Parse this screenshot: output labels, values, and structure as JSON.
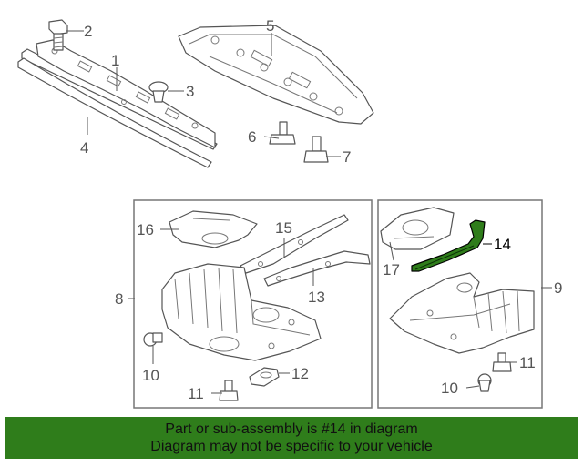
{
  "diagram": {
    "callouts": {
      "c1": "1",
      "c2": "2",
      "c3": "3",
      "c4": "4",
      "c5": "5",
      "c6": "6",
      "c7": "7",
      "c8": "8",
      "c9": "9",
      "c10a": "10",
      "c10b": "10",
      "c11a": "11",
      "c11b": "11",
      "c12": "12",
      "c13": "13",
      "c14": "14",
      "c15": "15",
      "c16": "16",
      "c17": "17"
    },
    "highlight_color": "#2f7d1b"
  },
  "banner": {
    "line1": "Part or sub-assembly is #14 in diagram",
    "line2": "Diagram may not be specific to your vehicle",
    "background": "#2f7d1b"
  }
}
